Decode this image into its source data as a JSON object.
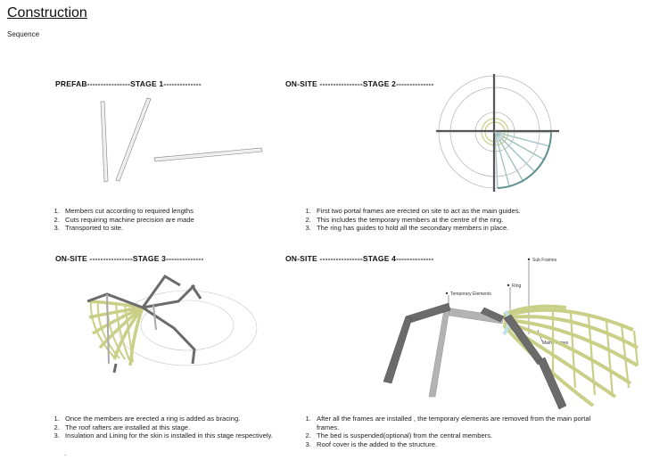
{
  "header": {
    "title": "Construction",
    "subtitle": "Sequence"
  },
  "stages": [
    {
      "heading": "PREFAB----------------STAGE 1--------------",
      "steps": [
        "Members cut according to required lengths",
        "Cuts requiring machine precision are made",
        "Transported to site."
      ]
    },
    {
      "heading": "ON-SITE ----------------STAGE 2--------------",
      "steps": [
        "First two portal frames are erected on site to act as the main guides.",
        "This includes the temporary members at the centre of the ring.",
        "The ring has guides to hold all the secondary members in place."
      ]
    },
    {
      "heading": "ON-SITE ----------------STAGE 3--------------",
      "steps": [
        "Once the members are erected a ring is added as bracing.",
        "The roof rafters are installed at this stage.",
        "Insulation and Lining for the skin is installed in this stage respectively."
      ],
      "trailing": "."
    },
    {
      "heading": "ON-SITE ----------------STAGE 4--------------",
      "steps": [
        "After all the frames are installed , the temporary elements are removed from the main portal frames.",
        "The bed is suspended(optional) from the central members.",
        "Roof cover is the added to the structure."
      ]
    }
  ],
  "stage4_labels": {
    "sub_frames": "Sub Frames",
    "ring": "Ring",
    "temporary": "Temporary Elements",
    "main_frames": "Main Frames"
  },
  "colors": {
    "rafter": "#c9cf86",
    "frame": "#6b6b6b",
    "temporary": "#a9a9a9",
    "ring": "#bfe0e6",
    "teal": "#5e8f8f"
  }
}
